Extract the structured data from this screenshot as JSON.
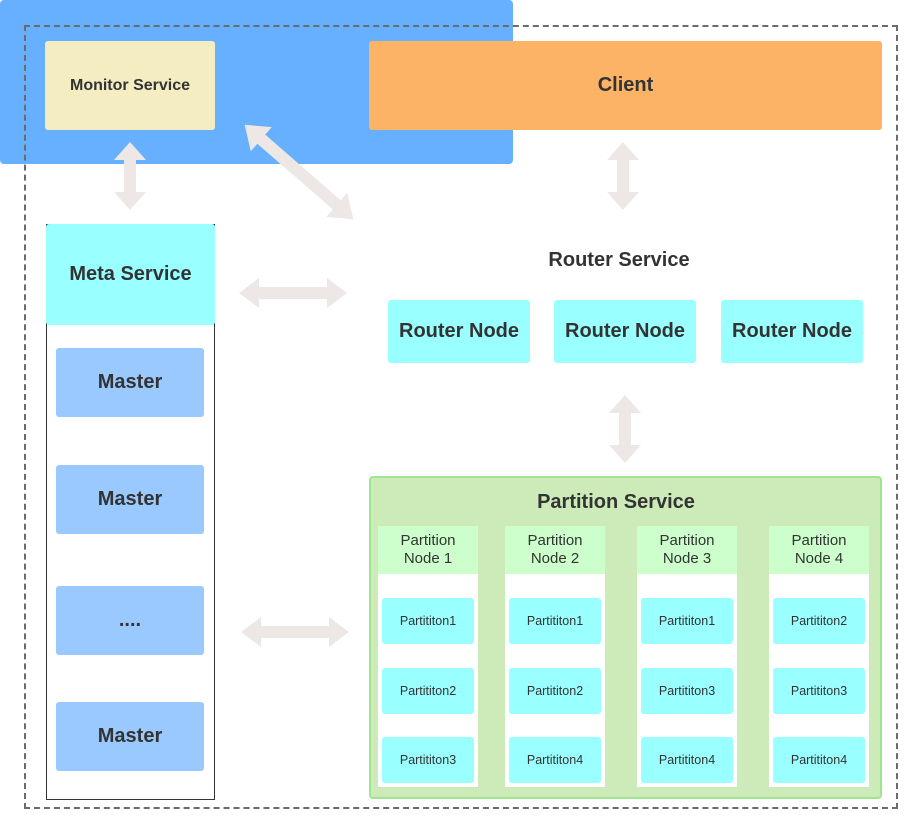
{
  "monitor": {
    "label": "Monitor Service"
  },
  "client": {
    "label": "Client"
  },
  "meta": {
    "title": "Meta Service",
    "masters": [
      "Master",
      "Master",
      "....",
      "Master"
    ]
  },
  "router": {
    "title": "Router Service",
    "nodes": [
      "Router Node",
      "Router Node",
      "Router Node"
    ]
  },
  "partition": {
    "title": "Partition Service",
    "nodes": [
      {
        "name": "Partition\nNode 1",
        "items": [
          "Partititon1",
          "Partititon2",
          "Partititon3"
        ]
      },
      {
        "name": "Partition\nNode 2",
        "items": [
          "Partititon1",
          "Partititon2",
          "Partititon4"
        ]
      },
      {
        "name": "Partition\nNode 3",
        "items": [
          "Partititon1",
          "Partititon3",
          "Partititon4"
        ]
      },
      {
        "name": "Partition\nNode 4",
        "items": [
          "Partititon2",
          "Partititon3",
          "Partititon4"
        ]
      }
    ]
  },
  "colors": {
    "monitor": "#f5edc2",
    "client": "#fdb365",
    "meta": "#99ffff",
    "master": "#99c9ff",
    "router": "#66b0ff",
    "router_node": "#99ffff",
    "partition": "#cdebb8",
    "partition_node_header": "#ccffcc",
    "partition_item": "#99ffff",
    "arrow": "#ede8e6"
  }
}
